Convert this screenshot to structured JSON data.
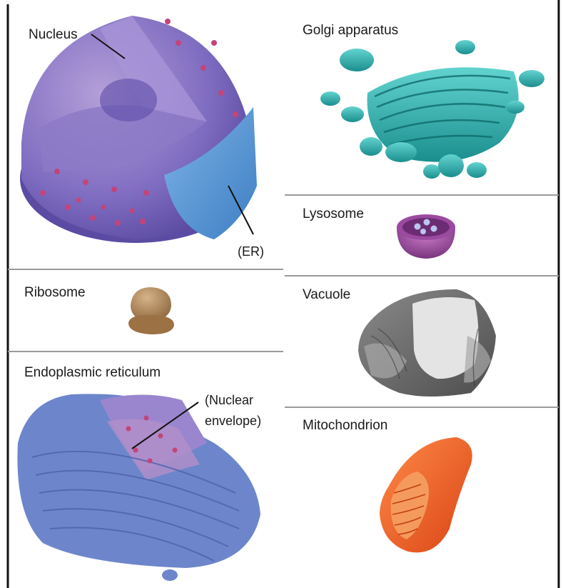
{
  "labels": {
    "nucleus": "Nucleus",
    "er_callout": "(ER)",
    "ribosome": "Ribosome",
    "endoplasmic_reticulum": "Endoplasmic reticulum",
    "nuclear_envelope_line1": "(Nuclear",
    "nuclear_envelope_line2": "envelope)",
    "golgi_apparatus": "Golgi apparatus",
    "lysosome": "Lysosome",
    "vacuole": "Vacuole",
    "mitochondrion": "Mitochondrion"
  }
}
